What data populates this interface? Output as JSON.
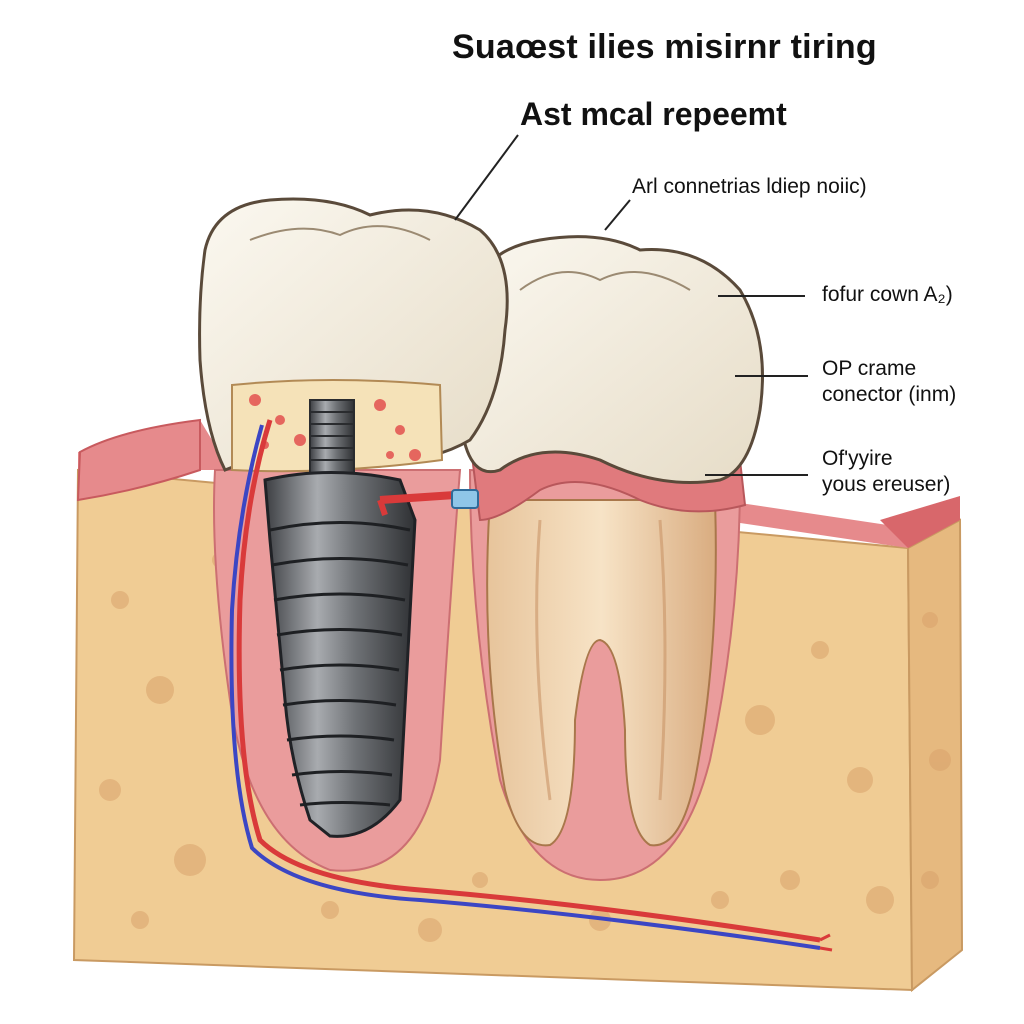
{
  "title": "Suaœst ilies misirnr tiring",
  "subtitle": "Ast mcal  repeemt",
  "labels": [
    {
      "lines": [
        "Arl connetrias ldiep noiic)"
      ]
    },
    {
      "lines": [
        "fofur cown A₂)"
      ]
    },
    {
      "lines": [
        "OP crame",
        "conector (inm)"
      ]
    },
    {
      "lines": [
        "Of'yyire",
        "yous ereuser)"
      ]
    }
  ],
  "colors": {
    "gum": "#e68a8c",
    "bone": "#f0cc94",
    "enamel": "#f4efe2",
    "implant": "#6f7276",
    "artery": "#d93a3a",
    "vein": "#3b46c4"
  }
}
